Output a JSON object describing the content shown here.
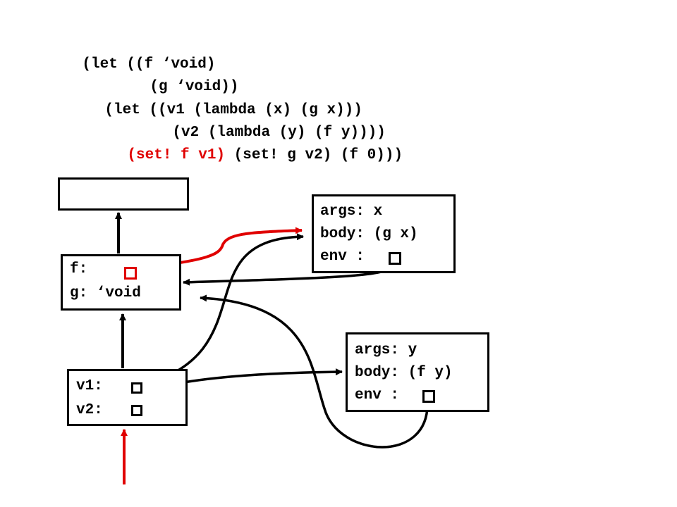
{
  "code": {
    "lines": [
      {
        "segments": [
          {
            "text": "(let ((f ‘void)"
          }
        ]
      },
      {
        "segments": [
          {
            "text": "(g ‘void))"
          }
        ]
      },
      {
        "segments": [
          {
            "text": "(let ((v1 (lambda (x) (g x)))"
          }
        ]
      },
      {
        "segments": [
          {
            "text": "(v2 (lambda (y) (f y))))"
          }
        ]
      },
      {
        "segments": [
          {
            "text": "(set! f v1)",
            "highlight": true
          },
          {
            "text": " (set! g v2) (f 0)))"
          }
        ]
      }
    ],
    "highlight_color": "#e00000"
  },
  "frames": {
    "global": {
      "label": ""
    },
    "fg": {
      "lines": [
        "f:",
        "g: ‘void"
      ]
    },
    "v1v2": {
      "lines": [
        "v1:",
        "v2:"
      ]
    }
  },
  "closures": {
    "lambda_x": {
      "args": "args: x",
      "body": "body: (g x)",
      "env": "env :"
    },
    "lambda_y": {
      "args": "args: y",
      "body": "body: (f y)",
      "env": "env :"
    }
  },
  "colors": {
    "arrow": "#000000",
    "highlight": "#e00000"
  }
}
